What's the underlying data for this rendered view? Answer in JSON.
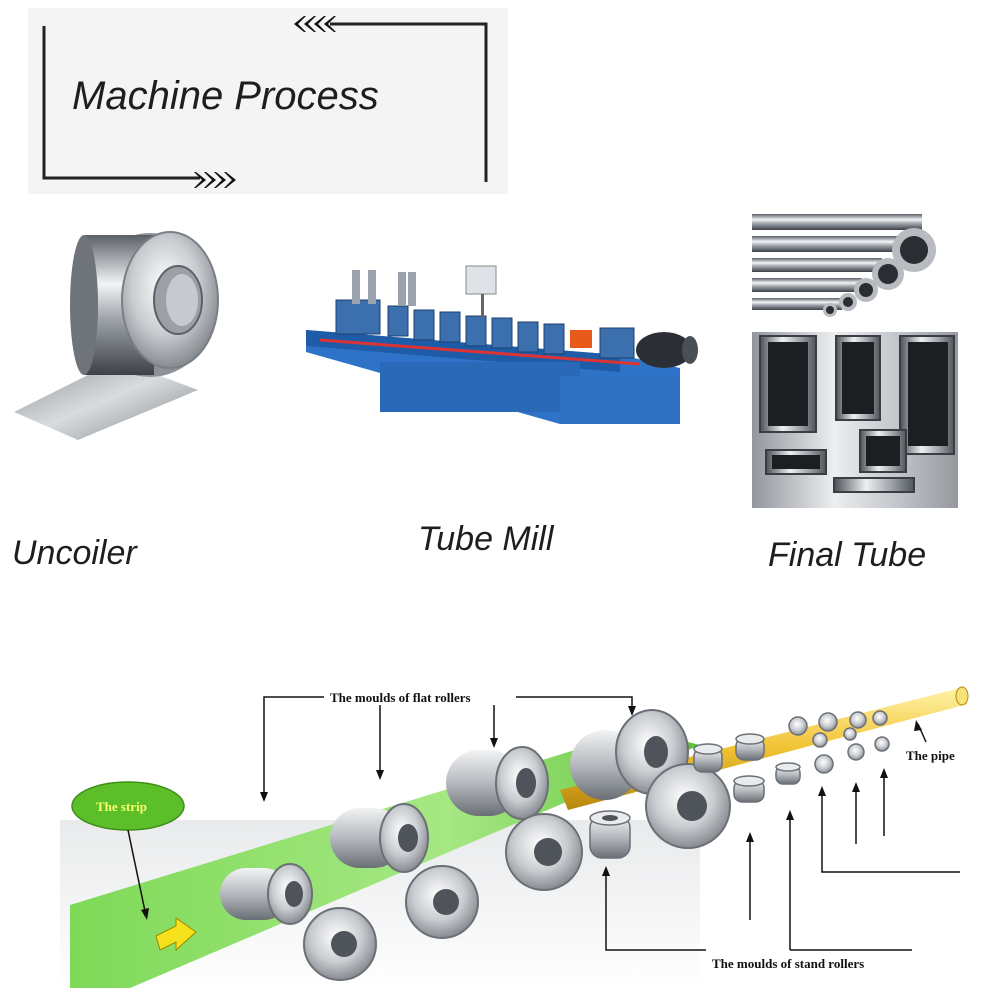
{
  "header": {
    "title": "Machine Process"
  },
  "steps": {
    "uncoiler": "Uncoiler",
    "tube_mill": "Tube Mill",
    "final_tube": "Final Tube"
  },
  "diagram": {
    "strip_label": "The strip",
    "flat_rollers_label": "The moulds of flat rollers",
    "stand_rollers_label": "The moulds of stand rollers",
    "pipe_label": "The pipe"
  },
  "colors": {
    "machine_blue": "#2f73c9",
    "strip_green": "#7ed957",
    "pipe_yellow": "#f1c232",
    "arrow_yellow": "#f6e11c"
  }
}
